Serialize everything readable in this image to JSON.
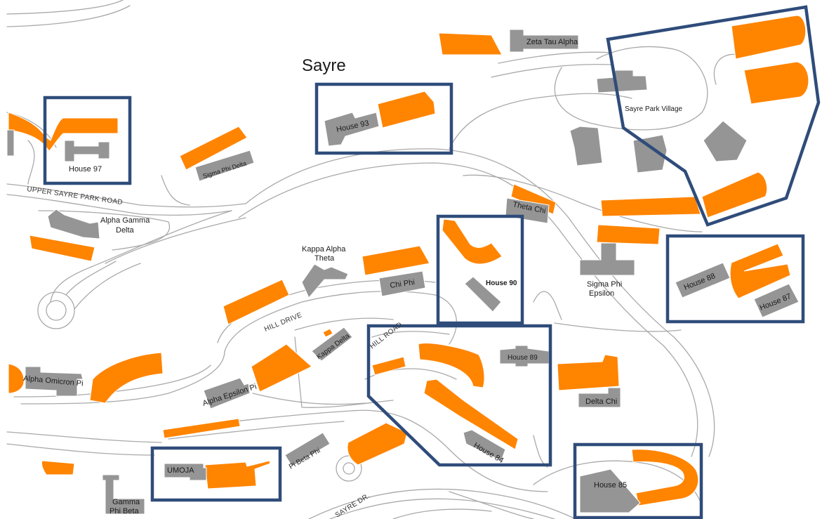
{
  "title": "Sayre",
  "colors": {
    "parking_lot": "#ff8400",
    "building": "#959595",
    "highlight_box": "#2f4c7a",
    "road_line": "#a9a9a9"
  },
  "roads": {
    "upper_sayre_park_road": "UPPER SAYRE PARK ROAD",
    "hill_drive": "HILL DRIVE",
    "hill_road": "HILL ROAD",
    "sayre_dr": "SAYRE DR."
  },
  "buildings": {
    "zeta_tau_alpha": "Zeta Tau Alpha",
    "sayre_park_village": "Sayre Park Village",
    "house_93": "House 93",
    "house_97": "House 97",
    "sigma_phi_delta": "Sigma Phi Delta",
    "alpha_gamma_delta": [
      "Alpha Gamma",
      "Delta"
    ],
    "theta_chi": "Theta Chi",
    "kappa_alpha_theta": [
      "Kappa Alpha",
      "Theta"
    ],
    "chi_phi": "Chi Phi",
    "house_90": "House 90",
    "sigma_phi_epsilon": [
      "Sigma Phi",
      "Epsilon"
    ],
    "house_88": "House 88",
    "house_87": "House 87",
    "kappa_delta": "Kappa Delta",
    "house_89": "House 89",
    "alpha_omicron_pi": "Alpha Omicron Pi",
    "alpha_epsilon_pi": "Alpha Epsilon Pi",
    "delta_chi": "Delta Chi",
    "pi_beta_phi": "Pi Beta Phi",
    "house_84": "House 84",
    "umoja": "UMOJA",
    "house_85": "House 85",
    "gamma_phi_beta": [
      "Gamma",
      "Phi Beta"
    ]
  }
}
